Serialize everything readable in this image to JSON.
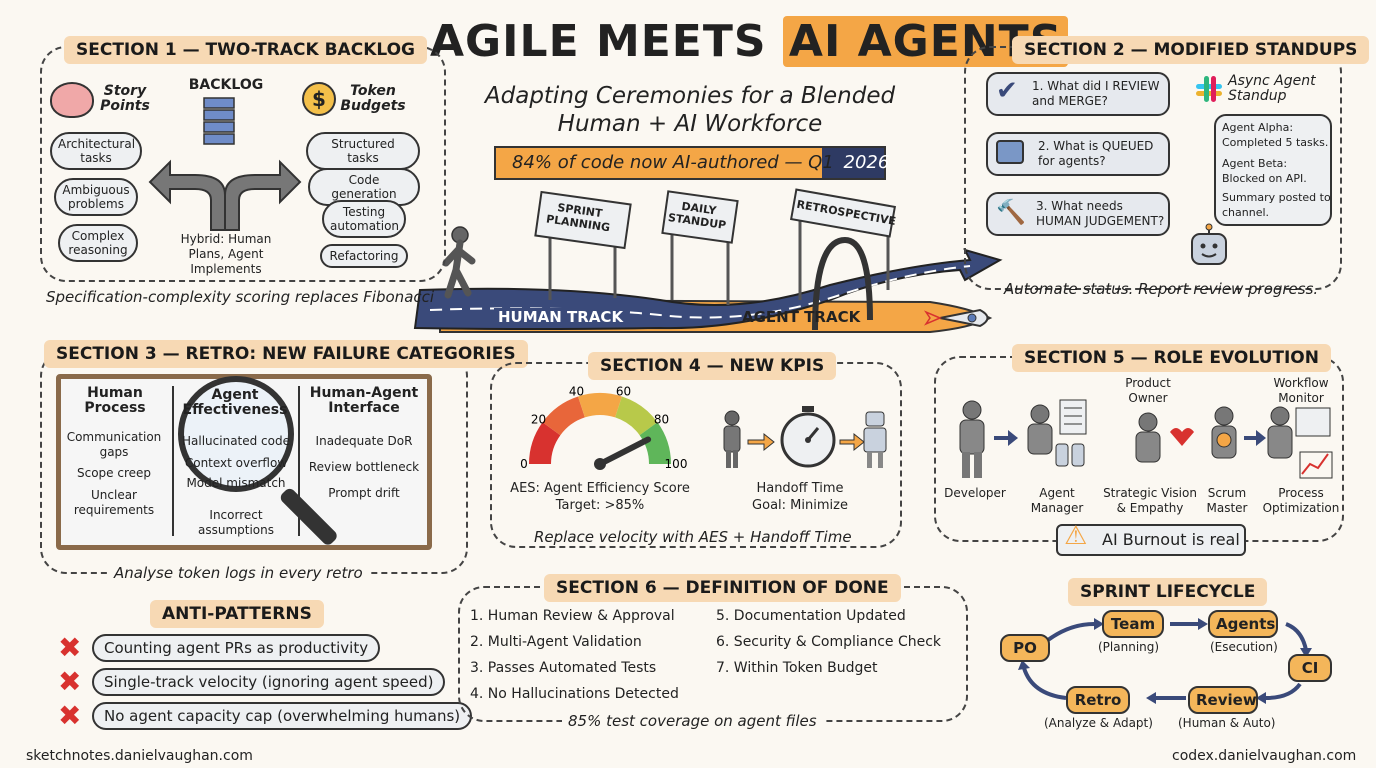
{
  "header": {
    "title_pre": "AGILE MEETS",
    "title_post": "AI AGENTS",
    "subtitle_line1": "Adapting Ceremonies for a Blended",
    "subtitle_line2": "Human + AI Workforce",
    "stat_banner_main": "84% of code now AI-authored — Q1",
    "stat_banner_year": "2026"
  },
  "road": {
    "signs": [
      "SPRINT PLANNING",
      "DAILY STANDUP",
      "RETROSPECTIVE"
    ],
    "human_track": "HUMAN TRACK",
    "agent_track": "AGENT TRACK"
  },
  "section1": {
    "title": "SECTION 1 — TWO-TRACK BACKLOG",
    "story_points": "Story Points",
    "backlog": "BACKLOG",
    "token_budgets": "Token Budgets",
    "left_items": [
      "Architectural tasks",
      "Ambiguous problems",
      "Complex reasoning"
    ],
    "right_items": [
      "Structured tasks",
      "Code generation",
      "Testing automation",
      "Refactoring"
    ],
    "hybrid": "Hybrid: Human Plans, Agent Implements",
    "caption": "Specification-complexity scoring replaces Fibonacci"
  },
  "section2": {
    "title": "SECTION 2 — MODIFIED STANDUPS",
    "questions": [
      "1. What did I REVIEW and MERGE?",
      "2. What is QUEUED for agents?",
      "3. What needs HUMAN JUDGEMENT?"
    ],
    "async_title": "Async Agent Standup",
    "async_messages": [
      "Agent Alpha: Completed 5 tasks.",
      "Agent Beta: Blocked on API.",
      "Summary posted to channel."
    ],
    "caption": "Automate status. Report review progress."
  },
  "section3": {
    "title": "SECTION 3 — RETRO: NEW FAILURE CATEGORIES",
    "columns": [
      {
        "head": "Human Process",
        "items": [
          "Communication gaps",
          "Scope creep",
          "Unclear requirements"
        ]
      },
      {
        "head": "Agent Effectiveness",
        "items": [
          "Hallucinated code",
          "Context overflow",
          "Model mismatch",
          "Incorrect assumptions"
        ]
      },
      {
        "head": "Human-Agent Interface",
        "items": [
          "Inadequate DoR",
          "Review bottleneck",
          "Prompt drift"
        ]
      }
    ],
    "caption": "Analyse token logs in every retro"
  },
  "section4": {
    "title": "SECTION 4 — NEW KPIS",
    "gauge_ticks": [
      "0",
      "20",
      "40",
      "60",
      "80",
      "100"
    ],
    "gauge_value": 85,
    "aes_label": "AES: Agent Efficiency Score",
    "aes_target": "Target: >85%",
    "handoff_label": "Handoff Time",
    "handoff_goal": "Goal: Minimize",
    "caption": "Replace velocity with AES + Handoff Time"
  },
  "section5": {
    "title": "SECTION 5 — ROLE EVOLUTION",
    "roles_top": [
      "Product Owner",
      "Workflow Monitor"
    ],
    "roles_bottom": [
      "Developer",
      "Agent Manager",
      "Strategic Vision & Empathy",
      "Scrum Master",
      "Process Optimization"
    ],
    "warning": "AI Burnout is real"
  },
  "anti_patterns": {
    "title": "ANTI-PATTERNS",
    "items": [
      "Counting agent PRs as productivity",
      "Single-track velocity (ignoring agent speed)",
      "No agent capacity cap (overwhelming humans)"
    ]
  },
  "section6": {
    "title": "SECTION 6 — DEFINITION OF DONE",
    "left": [
      "1. Human Review & Approval",
      "2. Multi-Agent Validation",
      "3. Passes Automated Tests",
      "4. No Hallucinations Detected"
    ],
    "right": [
      "5. Documentation Updated",
      "6. Security & Compliance Check",
      "7. Within Token Budget"
    ],
    "caption": "85% test coverage on agent files"
  },
  "lifecycle": {
    "title": "SPRINT LIFECYCLE",
    "po": "PO",
    "team": "Team",
    "team_sub": "(Planning)",
    "agents": "Agents",
    "agents_sub": "(Esecution)",
    "ci": "CI",
    "review": "Review",
    "review_sub": "(Human & Auto)",
    "retro": "Retro",
    "retro_sub": "(Analyze & Adapt)"
  },
  "footer": {
    "left": "sketchnotes.danielvaughan.com",
    "right": "codex.danielvaughan.com"
  },
  "colors": {
    "accent_orange": "#f4a646",
    "section_label": "#f7d9b4",
    "navy": "#2e3a63",
    "alert_red": "#d8322f"
  }
}
